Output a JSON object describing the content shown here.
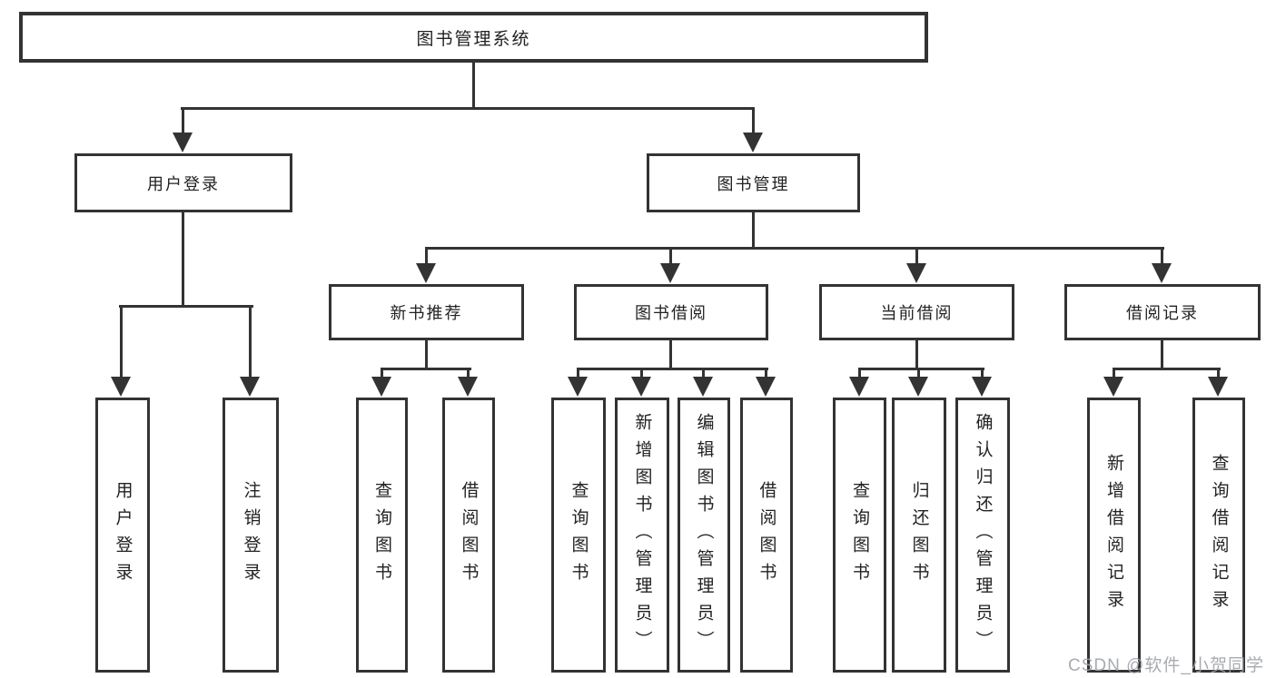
{
  "diagram": {
    "root": {
      "label": "图书管理系统"
    },
    "branches": [
      {
        "label": "用户登录",
        "children": [
          {
            "label": "用户登录"
          },
          {
            "label": "注销登录"
          }
        ]
      },
      {
        "label": "图书管理",
        "children": [
          {
            "label": "新书推荐",
            "children": [
              {
                "label": "查询图书"
              },
              {
                "label": "借阅图书"
              }
            ]
          },
          {
            "label": "图书借阅",
            "children": [
              {
                "label": "查询图书"
              },
              {
                "label": "新增图书（管理员）"
              },
              {
                "label": "编辑图书（管理员）"
              },
              {
                "label": "借阅图书"
              }
            ]
          },
          {
            "label": "当前借阅",
            "children": [
              {
                "label": "查询图书"
              },
              {
                "label": "归还图书"
              },
              {
                "label": "确认归还（管理员）"
              }
            ]
          },
          {
            "label": "借阅记录",
            "children": [
              {
                "label": "新增借阅记录"
              },
              {
                "label": "查询借阅记录"
              }
            ]
          }
        ]
      }
    ]
  },
  "watermark": {
    "text": "CSDN @软件_小贺同学"
  },
  "colors": {
    "line": "#333333",
    "text": "#222222",
    "background": "#ffffff",
    "watermark": "#9ea2aa"
  }
}
